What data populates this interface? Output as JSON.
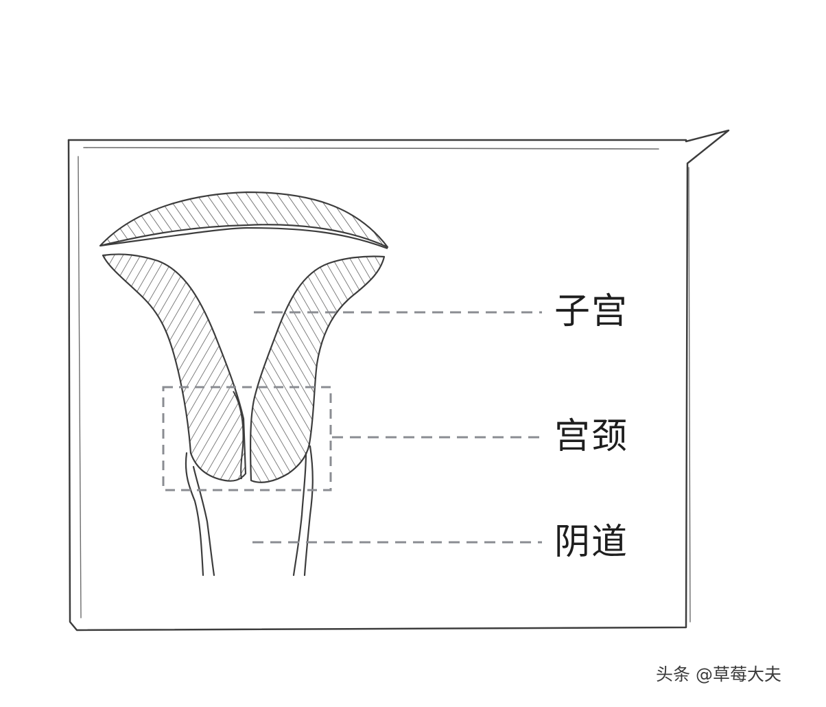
{
  "diagram": {
    "labels": {
      "uterus": "子宫",
      "cervix": "宫颈",
      "vagina": "阴道"
    }
  },
  "watermark": {
    "text": "头条 @草莓大夫"
  },
  "colors": {
    "outline": "#3c3c3c",
    "hatch": "#555555",
    "leader_dash": "#8a8c92",
    "label_text": "#1e1e1e",
    "background": "#ffffff"
  }
}
